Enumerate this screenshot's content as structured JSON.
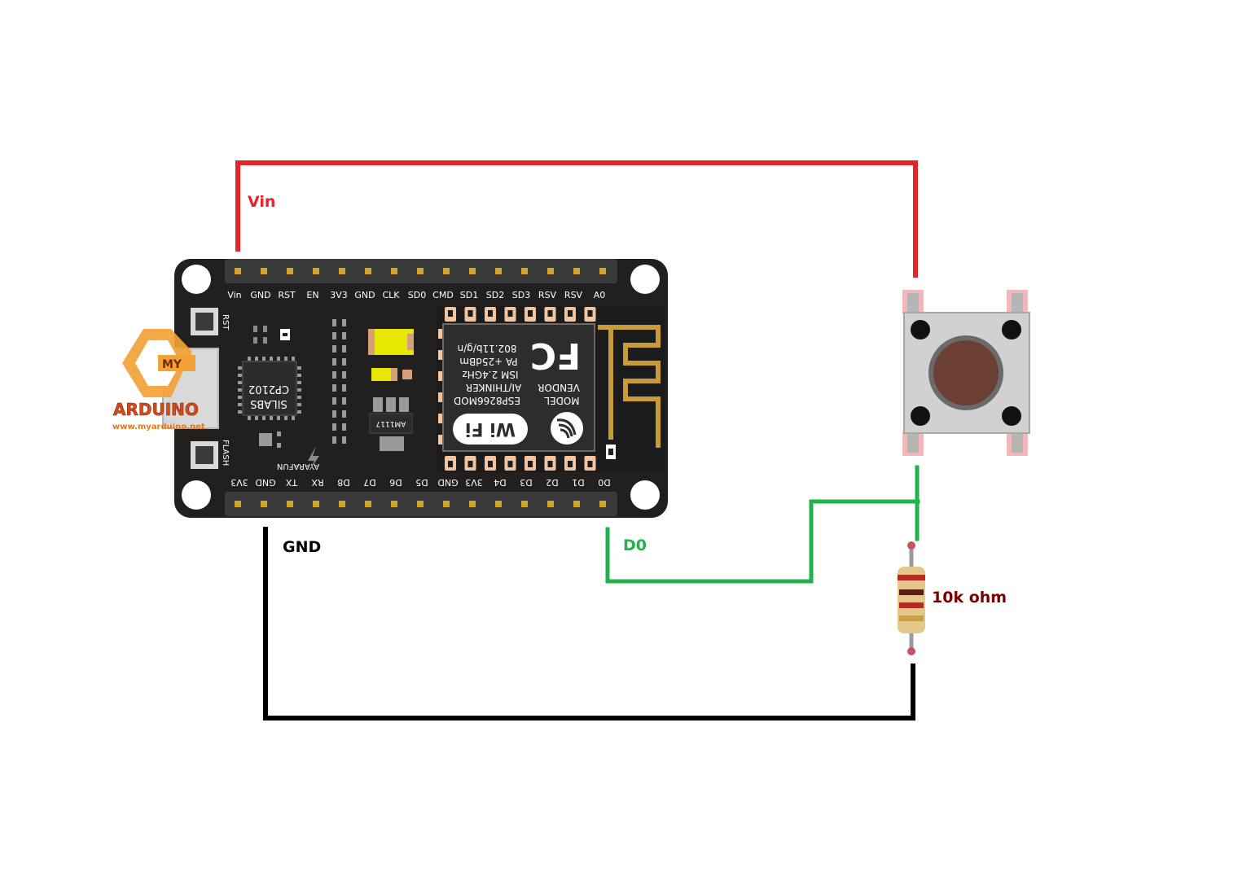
{
  "wire_labels": {
    "vin": "Vin",
    "gnd": "GND",
    "d0": "D0",
    "resistor": "10k ohm"
  },
  "board": {
    "top_pins": [
      "Vin",
      "GND",
      "RST",
      "EN",
      "3V3",
      "GND",
      "CLK",
      "SD0",
      "CMD",
      "SD1",
      "SD2",
      "SD3",
      "RSV",
      "RSV",
      "A0"
    ],
    "bottom_pins": [
      "3V3",
      "GND",
      "TX",
      "RX",
      "D8",
      "D7",
      "D6",
      "D5",
      "GND",
      "3V3",
      "D4",
      "D3",
      "D2",
      "D1",
      "D0"
    ],
    "rst_label": "RST",
    "flash_label": "FLASH",
    "usb_chip_line1": "CP2102",
    "usb_chip_line2": "SILABS",
    "maker": "AYARAFUN",
    "regulator": "AM1117",
    "module_line1": "MODEL",
    "module_line2": "ESP8266MOD",
    "module_line3": "VENDOR",
    "module_line4": "AI/THINKER",
    "module_line5": "ISM 2.4GHz",
    "module_line6": "PA +25dBm",
    "module_line7": "802.11b/g/n",
    "fc_mark": "FC",
    "wifi_mark": "Wi Fi"
  },
  "watermark": {
    "my": "MY",
    "name": "ARDUINO",
    "url": "www.myarduino.net"
  },
  "colors": {
    "vin_wire": "#e8222b",
    "gnd_wire": "#000000",
    "d0_wire": "#22b14c",
    "resistor_label": "#7a0000",
    "board": "#221f1f",
    "pin_gold": "#d4a032"
  }
}
